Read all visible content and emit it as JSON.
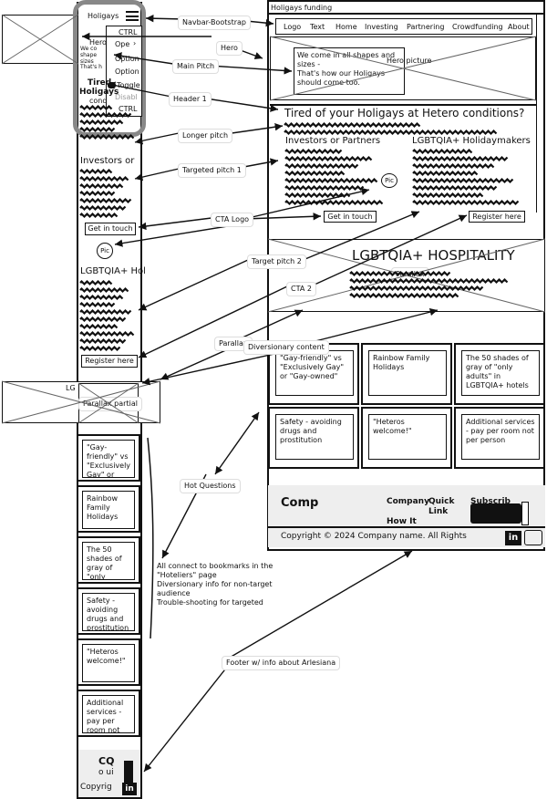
{
  "desktop": {
    "title": "Holigays funding",
    "nav": [
      "Logo",
      "Text",
      "Home",
      "Investing",
      "Partnering",
      "Crowdfunding",
      "About"
    ],
    "hero_text": "We come in all shapes and sizes -\nThat's how our Holigays should come too.",
    "hero_label": "Hero picture",
    "header1": "Tired of your Holigays at Hetero conditions?",
    "col1_title": "Investors or Partners",
    "col2_title": "LGBTQIA+ Holidaymakers",
    "pic": "Pic",
    "cta1": "Get in touch",
    "cta2": "Register here",
    "parallax_title": "LGBTQIA+ HOSPITALITY",
    "parallax_label": "Parallax",
    "cards": [
      "\"Gay-friendly\" vs \"Exclusively Gay\" or \"Gay-owned\"",
      "Rainbow Family Holidays",
      "The 50 shades of gray of \"only adults\" in LGBTQIA+ hotels",
      "Safety - avoiding drugs and prostitution",
      "\"Heteros welcome!\"",
      "Additional services - pay per room not per person"
    ],
    "footer_comp": "Comp",
    "footer_company": "Company",
    "footer_quick": "Quick",
    "footer_link": "Link",
    "footer_subscrib": "Subscrib",
    "footer_howit": "How It",
    "copyright": "Copyright © 2024 Company name. All Rights",
    "linkedin": "in"
  },
  "mobile": {
    "title": "Holigays",
    "hero_label": "Hero",
    "menu": [
      "CTRL",
      "Ope",
      "Option",
      "Option",
      "Toggle",
      "Disabl",
      "CTRL"
    ],
    "pitch_lines": [
      "We co",
      "shape",
      "sizes",
      "That's h"
    ],
    "tired": "Tired",
    "holigays": "Holigays",
    "cond": "cond",
    "investors": "Investors or",
    "cta1": "Get in touch",
    "pic": "Pic",
    "lgbt": "LGBTQIA+ Hol",
    "cta2": "Register here",
    "parallax_partial": "Parallax partial",
    "parallax_lg": "LG",
    "cards": [
      "\"Gay-friendly\" vs \"Exclusively Gay\" or",
      "Rainbow Family Holidays",
      "The 50 shades of gray of \"only adults\" in",
      "Safety - avoiding drugs and prostitution",
      "\"Heteros welcome!\"",
      "Additional services - pay per room not per"
    ],
    "footer_cq": "CQ",
    "footer_sub": "o ui",
    "copyright": "Copyrig",
    "linkedin": "in"
  },
  "annotations": {
    "navbar": "Navbar-Bootstrap",
    "hero": "Hero",
    "main_pitch": "Main Pitch",
    "header1": "Header 1",
    "longer": "Longer pitch",
    "targeted1": "Targeted pitch 1",
    "cta_logo": "CTA  Logo",
    "target2": "Target pitch 2",
    "cta2": "CTA 2",
    "parallax": "Parallax",
    "diversionary": "Diversionary content",
    "hot": "Hot Questions",
    "note1": "All connect to bookmarks in the",
    "note2": "\"Hoteliers\" page",
    "note3": "Diversionary info for non-target",
    "note4": "audience",
    "note5": "Trouble-shooting for targeted",
    "footer": "Footer w/ info about Arlesiana"
  }
}
